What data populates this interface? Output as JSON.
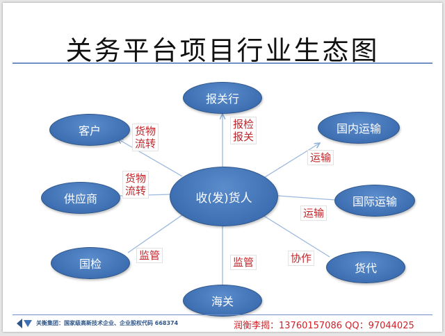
{
  "title": "关务平台项目行业生态图",
  "nodes": {
    "center": "收(发)货人",
    "customs_broker": "报关行",
    "customer": "客户",
    "supplier": "供应商",
    "inspection": "国检",
    "customs": "海关",
    "freight_forwarder": "货代",
    "domestic_transport": "国内运输",
    "international_transport": "国际运输"
  },
  "edge_labels": {
    "customer": [
      "货物",
      "流转"
    ],
    "supplier": [
      "货物",
      "流转"
    ],
    "customs_broker": [
      "报检",
      "报关"
    ],
    "domestic_transport": "运输",
    "international_transport": "运输",
    "inspection": "监管",
    "customs": "监管",
    "freight_forwarder": "协作"
  },
  "footer": {
    "company": "关衡集团：国家级高新技术企业、企业股权代码 668374",
    "contact": "润衡李揭：13760157086  QQ：97044025"
  },
  "colors": {
    "node_fill": "#3d6fb2",
    "node_border": "#2f5588",
    "label_text": "#c0262b",
    "line": "#8fb0d9"
  }
}
